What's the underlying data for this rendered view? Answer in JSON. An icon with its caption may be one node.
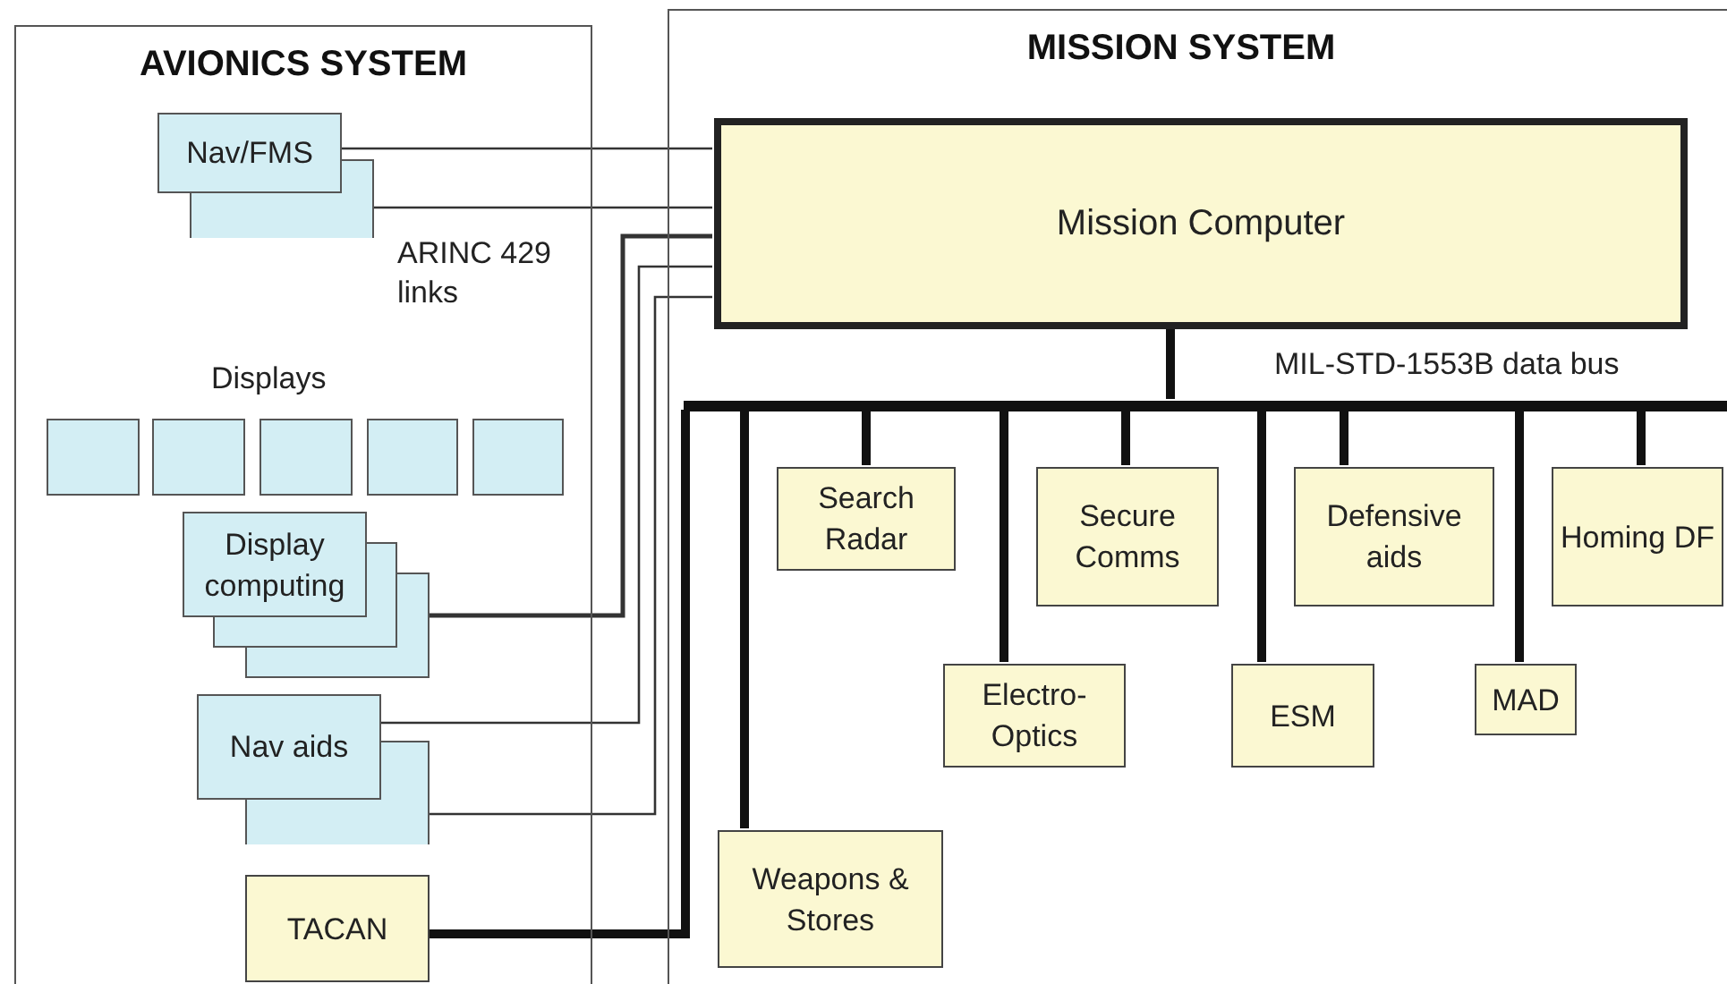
{
  "diagram": {
    "nodes": [
      {
        "text": [
          "AVIONICS SYSTEM"
        ]
      },
      {
        "text": [
          "MISSION SYSTEM"
        ]
      },
      {
        "text": [
          "Nav/FMS"
        ],
        "in": 0
      },
      {
        "text": [],
        "shape": "box",
        "in": 0
      },
      {
        "text": [],
        "shape": "box",
        "in": 0
      },
      {
        "text": [],
        "shape": "box",
        "in": 0
      },
      {
        "text": [],
        "shape": "box",
        "in": 0
      },
      {
        "text": [],
        "shape": "box",
        "in": 0
      },
      {
        "text": [
          "Display computing"
        ],
        "in": 0
      },
      {
        "text": [
          "Nav aids"
        ],
        "in": 0
      },
      {
        "text": [
          "TACAN"
        ],
        "in": 0
      },
      {
        "text": [
          "Mission Computer"
        ],
        "in": 1
      },
      {
        "text": [],
        "shape": "bar",
        "in": 1,
        "beside": [
          "MIL-STD-1553B data bus"
        ]
      },
      {
        "text": [
          "Search Radar"
        ],
        "in": 1
      },
      {
        "text": [
          "Secure Comms"
        ],
        "in": 1
      },
      {
        "text": [
          "Defensive aids"
        ],
        "in": 1
      },
      {
        "text": [
          "Homing DF"
        ],
        "in": 1
      },
      {
        "text": [
          "Electro-Optics"
        ],
        "in": 1
      },
      {
        "text": [
          "ESM"
        ],
        "in": 1
      },
      {
        "text": [
          "MAD"
        ],
        "in": 1
      },
      {
        "text": [
          "Weapons & Stores"
        ],
        "in": 1
      }
    ],
    "edges": [
      {
        "from": 2,
        "to": 11,
        "arrow": "none"
      },
      {
        "from": 2,
        "to": 11,
        "arrow": "none"
      },
      {
        "from": 8,
        "to": 11,
        "arrow": "none"
      },
      {
        "from": 9,
        "to": 11,
        "arrow": "none"
      },
      {
        "from": 9,
        "to": 11,
        "arrow": "none"
      },
      {
        "from": 11,
        "to": 12,
        "arrow": "none"
      },
      {
        "from": 10,
        "to": 12,
        "arrow": "none"
      },
      {
        "from": 12,
        "to": 13,
        "arrow": "none"
      },
      {
        "from": 12,
        "to": 14,
        "arrow": "none"
      },
      {
        "from": 12,
        "to": 15,
        "arrow": "none"
      },
      {
        "from": 12,
        "to": 16,
        "arrow": "none"
      },
      {
        "from": 12,
        "to": 17,
        "arrow": "none"
      },
      {
        "from": 12,
        "to": 18,
        "arrow": "none"
      },
      {
        "from": 12,
        "to": 19,
        "arrow": "none"
      },
      {
        "from": 12,
        "to": 20,
        "arrow": "none"
      }
    ],
    "labels": [
      "ARINC 429 links",
      "Displays"
    ]
  }
}
